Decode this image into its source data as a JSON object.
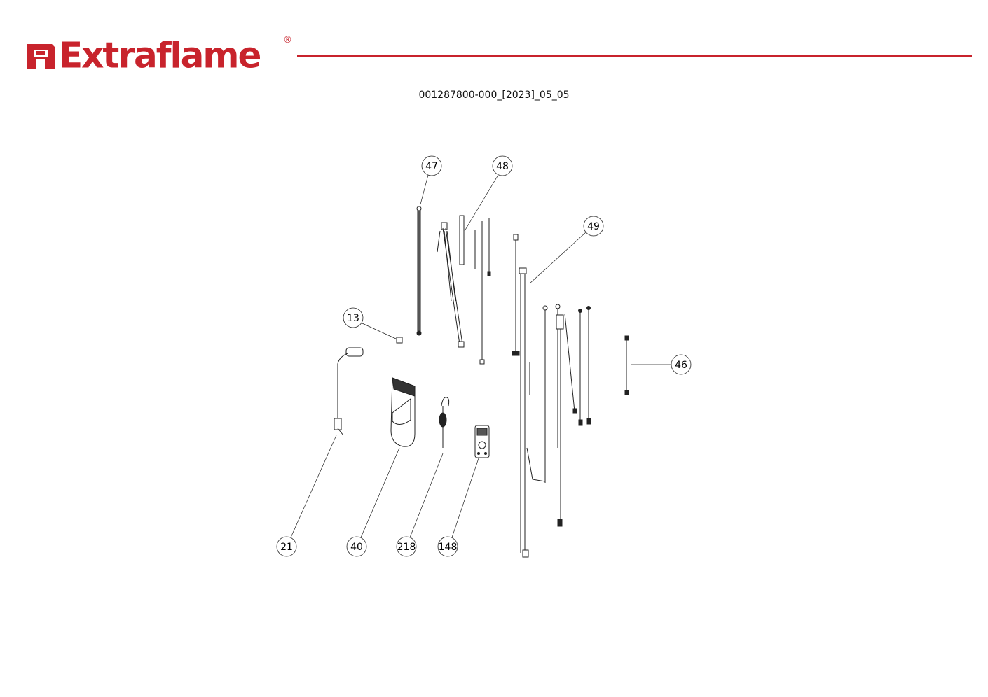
{
  "header": {
    "brand": "Extraflame",
    "registered_mark": "®",
    "accent_color": "#c8232c"
  },
  "document": {
    "code": "001287800-000_[2023]_05_05"
  },
  "callouts": {
    "c47": "47",
    "c48": "48",
    "c49": "49",
    "c13": "13",
    "c46": "46",
    "c21": "21",
    "c40": "40",
    "c218": "218",
    "c148": "148"
  }
}
